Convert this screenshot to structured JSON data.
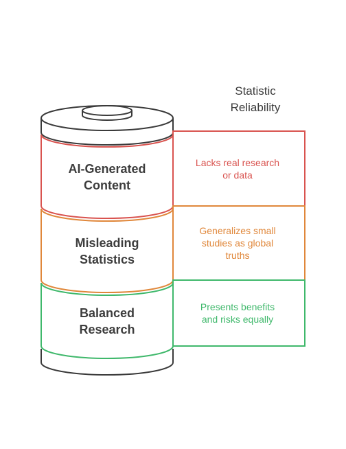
{
  "title": {
    "line1": "Statistic",
    "line2": "Reliability"
  },
  "segments": [
    {
      "label_line1": "AI-Generated",
      "label_line2": "Content",
      "desc_line1": "Lacks real research",
      "desc_line2": "or data",
      "desc_line3": "",
      "color": "#d9534f"
    },
    {
      "label_line1": "Misleading",
      "label_line2": "Statistics",
      "desc_line1": "Generalizes small",
      "desc_line2": "studies as global",
      "desc_line3": "truths",
      "color": "#e0873a"
    },
    {
      "label_line1": "Balanced",
      "label_line2": "Research",
      "desc_line1": "Presents benefits",
      "desc_line2": "and risks equally",
      "desc_line3": "",
      "color": "#3fb86b"
    }
  ],
  "colors": {
    "outline": "#3a3a3a"
  }
}
